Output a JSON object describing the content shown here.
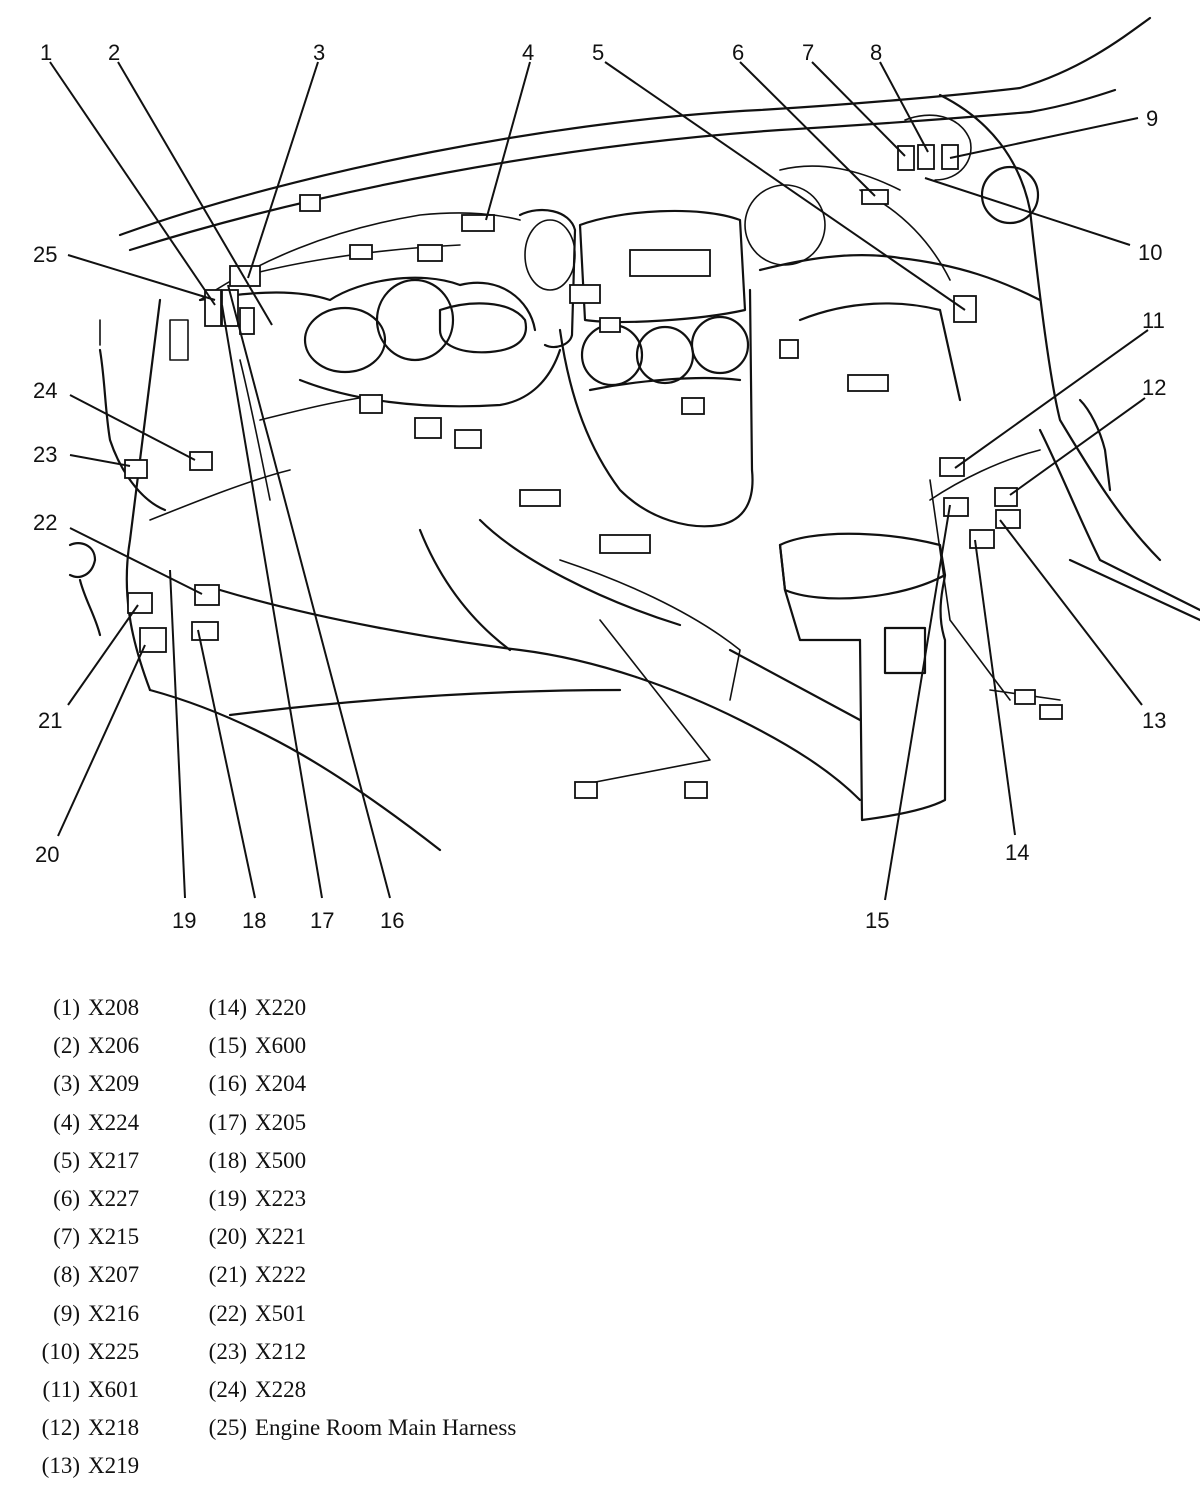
{
  "callouts": [
    "1",
    "2",
    "3",
    "4",
    "5",
    "6",
    "7",
    "8",
    "9",
    "10",
    "11",
    "12",
    "13",
    "14",
    "15",
    "16",
    "17",
    "18",
    "19",
    "20",
    "21",
    "22",
    "23",
    "24",
    "25"
  ],
  "legend_left": [
    {
      "num": "(1)",
      "code": "X208"
    },
    {
      "num": "(2)",
      "code": "X206"
    },
    {
      "num": "(3)",
      "code": "X209"
    },
    {
      "num": "(4)",
      "code": "X224"
    },
    {
      "num": "(5)",
      "code": "X217"
    },
    {
      "num": "(6)",
      "code": "X227"
    },
    {
      "num": "(7)",
      "code": "X215"
    },
    {
      "num": "(8)",
      "code": "X207"
    },
    {
      "num": "(9)",
      "code": "X216"
    },
    {
      "num": "(10)",
      "code": "X225"
    },
    {
      "num": "(11)",
      "code": "X601"
    },
    {
      "num": "(12)",
      "code": "X218"
    },
    {
      "num": "(13)",
      "code": "X219"
    }
  ],
  "legend_right": [
    {
      "num": "(14)",
      "code": "X220"
    },
    {
      "num": "(15)",
      "code": "X600"
    },
    {
      "num": "(16)",
      "code": "X204"
    },
    {
      "num": "(17)",
      "code": "X205"
    },
    {
      "num": "(18)",
      "code": "X500"
    },
    {
      "num": "(19)",
      "code": "X223"
    },
    {
      "num": "(20)",
      "code": "X221"
    },
    {
      "num": "(21)",
      "code": "X222"
    },
    {
      "num": "(22)",
      "code": "X501"
    },
    {
      "num": "(23)",
      "code": "X212"
    },
    {
      "num": "(24)",
      "code": "X228"
    },
    {
      "num": "(25)",
      "code": "Engine Room Main Harness"
    }
  ]
}
